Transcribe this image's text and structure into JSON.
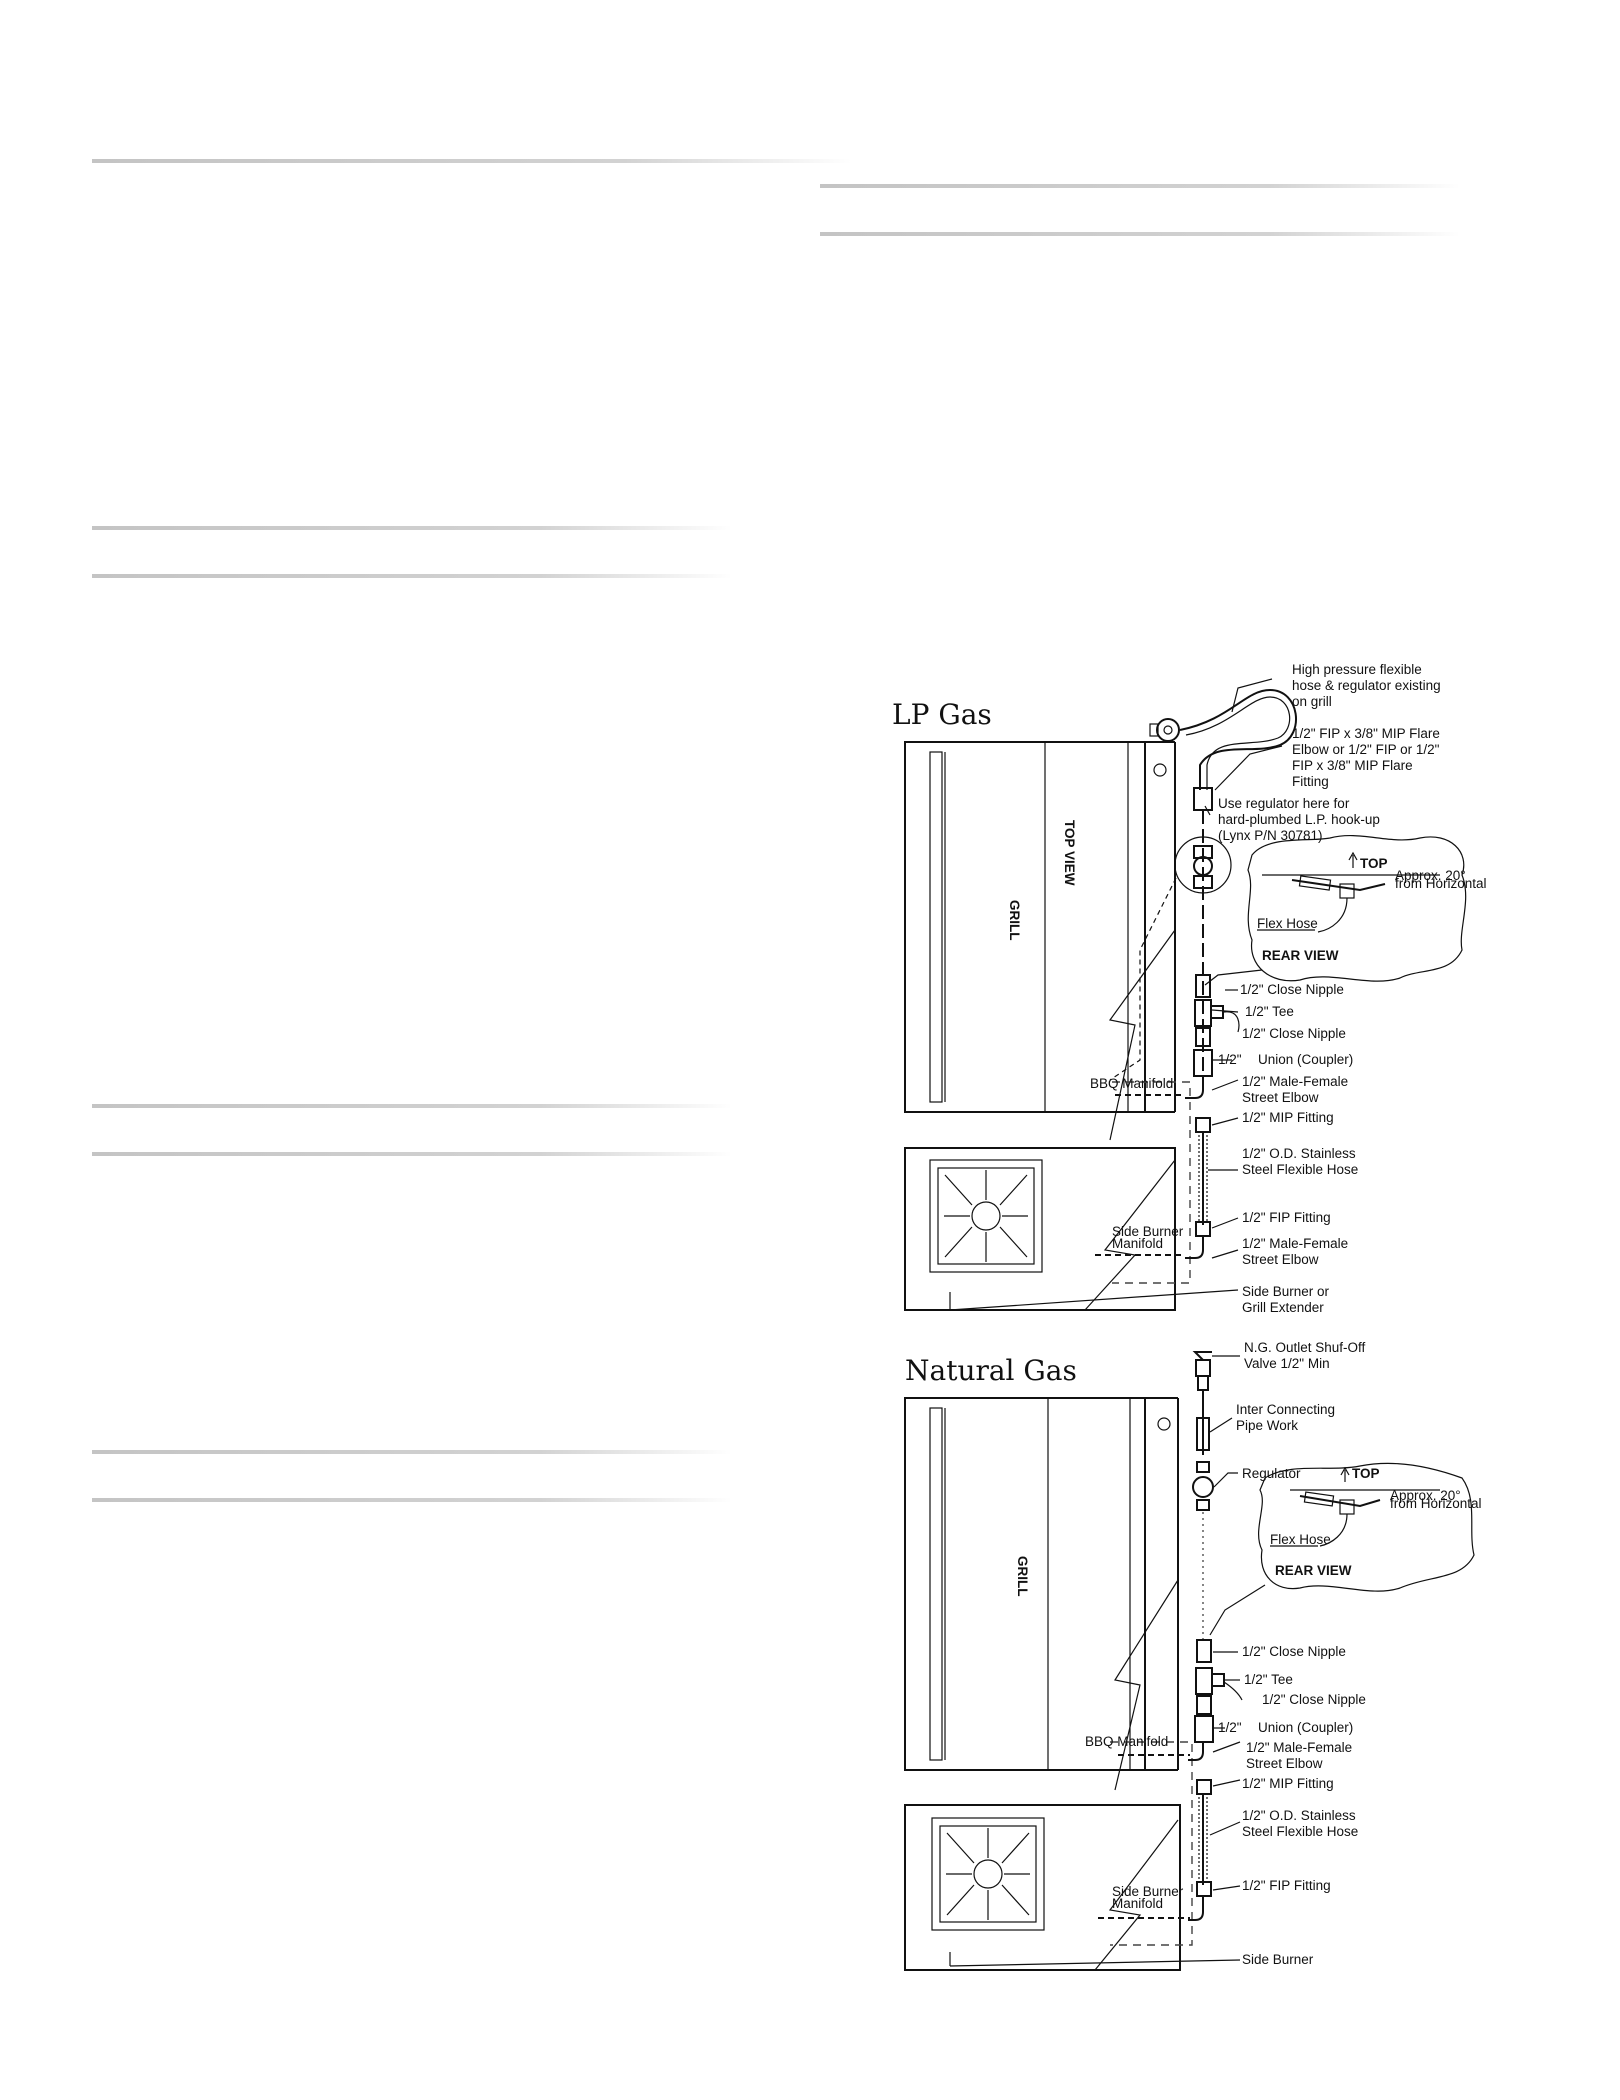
{
  "lp": {
    "title": "LP Gas",
    "grill": "GRILL",
    "top_view": "TOP VIEW",
    "callout_top": "TOP",
    "callout_approx_1": "Approx. 20°",
    "callout_approx_2": "from Horizontal",
    "callout_flex": "Flex Hose",
    "callout_rear": "REAR VIEW",
    "bbq_manifold": "BBQ Manifold",
    "side_manifold_1": "Side Burner",
    "side_manifold_2": "Manifold",
    "labels": {
      "hose_1": "High pressure flexible",
      "hose_2": "hose & regulator existing",
      "hose_3": "on grill",
      "flare_1": "1/2\" FIP x 3/8\" MIP Flare",
      "flare_2": "Elbow or 1/2\" FIP or 1/2\"",
      "flare_3": "FIP x 3/8\" MIP Flare",
      "flare_4": "Fitting",
      "reg_1": "Use regulator here for",
      "reg_2": "hard-plumbed L.P. hook-up",
      "reg_3": "(Lynx P/N 30781)",
      "close_nipple_1": "1/2\" Close Nipple",
      "tee": "1/2\" Tee",
      "close_nipple_2": "1/2\" Close Nipple",
      "union_a": "1/2\"",
      "union_b": "Union (Coupler)",
      "elbow_1": "1/2\" Male-Female",
      "elbow_2": "Street Elbow",
      "mip": "1/2\" MIP Fitting",
      "ss_1": "1/2\" O.D. Stainless",
      "ss_2": "Steel Flexible Hose",
      "fip": "1/2\" FIP Fitting",
      "elbow2_1": "1/2\" Male-Female",
      "elbow2_2": "Street Elbow",
      "side_1": "Side Burner or",
      "side_2": "Grill Extender"
    }
  },
  "ng": {
    "title": "Natural Gas",
    "grill": "GRILL",
    "callout_top": "TOP",
    "callout_approx_1": "Approx. 20°",
    "callout_approx_2": "from Horizontal",
    "callout_flex": "Flex Hose",
    "callout_rear": "REAR VIEW",
    "bbq_manifold": "BBQ Manifold",
    "side_manifold_1": "Side Burner",
    "side_manifold_2": "Manifold",
    "labels": {
      "valve_1": "N.G. Outlet Shuf-Off",
      "valve_2": "Valve 1/2\" Min",
      "pipe_1": "Inter Connecting",
      "pipe_2": "Pipe Work",
      "regulator": "Regulator",
      "close_nipple_1": "1/2\" Close Nipple",
      "tee": "1/2\" Tee",
      "close_nipple_2": "1/2\" Close Nipple",
      "union_a": "1/2\"",
      "union_b": "Union (Coupler)",
      "elbow_1": "1/2\" Male-Female",
      "elbow_2": "Street Elbow",
      "mip": "1/2\" MIP Fitting",
      "ss_1": "1/2\" O.D. Stainless",
      "ss_2": "Steel Flexible Hose",
      "fip": "1/2\" FIP Fitting",
      "side": "Side Burner"
    }
  }
}
